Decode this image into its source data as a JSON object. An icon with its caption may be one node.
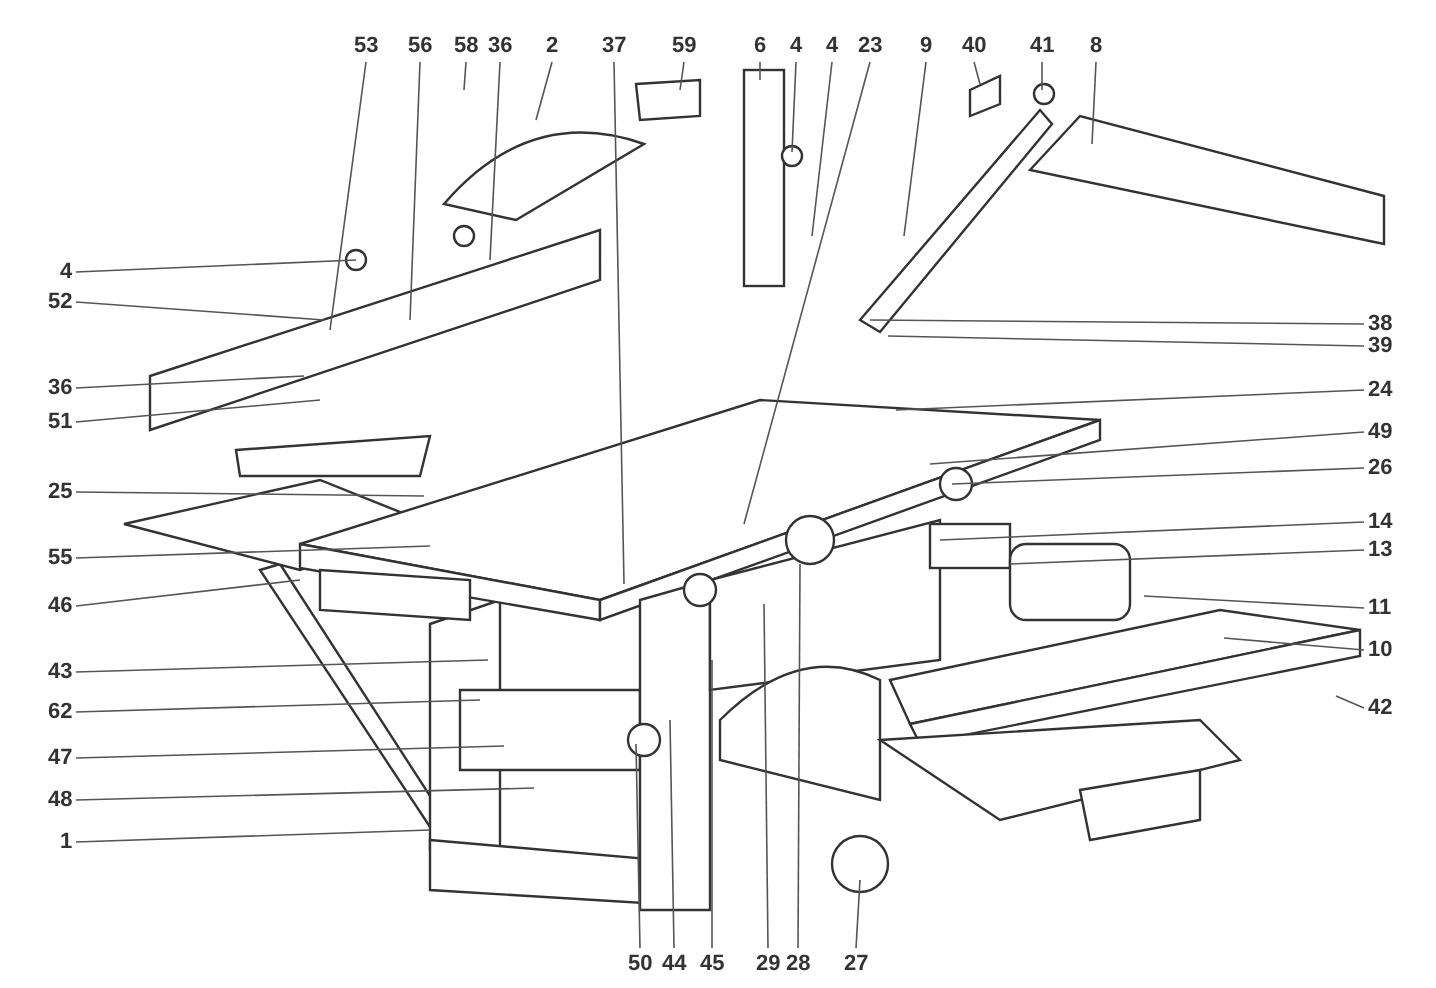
{
  "diagram": {
    "nodes": [
      {
        "text": [
          "53"
        ]
      },
      {
        "text": [
          "56"
        ]
      },
      {
        "text": [
          "58"
        ]
      },
      {
        "text": [
          "36"
        ]
      },
      {
        "text": [
          "2"
        ]
      },
      {
        "text": [
          "37"
        ]
      },
      {
        "text": [
          "59"
        ]
      },
      {
        "text": [
          "6"
        ]
      },
      {
        "text": [
          "4"
        ]
      },
      {
        "text": [
          "4"
        ]
      },
      {
        "text": [
          "23"
        ]
      },
      {
        "text": [
          "9"
        ]
      },
      {
        "text": [
          "40"
        ]
      },
      {
        "text": [
          "41"
        ]
      },
      {
        "text": [
          "8"
        ]
      },
      {
        "text": [
          "4"
        ]
      },
      {
        "text": [
          "52"
        ]
      },
      {
        "text": [
          "36"
        ]
      },
      {
        "text": [
          "51"
        ]
      },
      {
        "text": [
          "25"
        ]
      },
      {
        "text": [
          "55"
        ]
      },
      {
        "text": [
          "46"
        ]
      },
      {
        "text": [
          "43"
        ]
      },
      {
        "text": [
          "62"
        ]
      },
      {
        "text": [
          "47"
        ]
      },
      {
        "text": [
          "48"
        ]
      },
      {
        "text": [
          "1"
        ]
      },
      {
        "text": [
          "38"
        ]
      },
      {
        "text": [
          "39"
        ]
      },
      {
        "text": [
          "24"
        ]
      },
      {
        "text": [
          "49"
        ]
      },
      {
        "text": [
          "26"
        ]
      },
      {
        "text": [
          "14"
        ]
      },
      {
        "text": [
          "13"
        ]
      },
      {
        "text": [
          "11"
        ]
      },
      {
        "text": [
          "10"
        ]
      },
      {
        "text": [
          "42"
        ]
      },
      {
        "text": [
          "50"
        ]
      },
      {
        "text": [
          "44"
        ]
      },
      {
        "text": [
          "45"
        ]
      },
      {
        "text": [
          "29"
        ]
      },
      {
        "text": [
          "28"
        ]
      },
      {
        "text": [
          "27"
        ]
      }
    ],
    "edges": [
      {
        "from": 0,
        "to": null,
        "arrow": "none"
      },
      {
        "from": 1,
        "to": null,
        "arrow": "none"
      },
      {
        "from": 2,
        "to": null,
        "arrow": "none"
      },
      {
        "from": 3,
        "to": null,
        "arrow": "none"
      },
      {
        "from": 4,
        "to": null,
        "arrow": "none"
      },
      {
        "from": 5,
        "to": null,
        "arrow": "none"
      },
      {
        "from": 6,
        "to": null,
        "arrow": "none"
      },
      {
        "from": 7,
        "to": null,
        "arrow": "none"
      },
      {
        "from": 8,
        "to": null,
        "arrow": "none"
      },
      {
        "from": 9,
        "to": null,
        "arrow": "none"
      },
      {
        "from": 10,
        "to": null,
        "arrow": "none"
      },
      {
        "from": 11,
        "to": null,
        "arrow": "none"
      },
      {
        "from": 12,
        "to": null,
        "arrow": "none"
      },
      {
        "from": 13,
        "to": null,
        "arrow": "none"
      },
      {
        "from": 14,
        "to": null,
        "arrow": "none"
      },
      {
        "from": 15,
        "to": null,
        "arrow": "none"
      },
      {
        "from": 16,
        "to": null,
        "arrow": "none"
      },
      {
        "from": 17,
        "to": null,
        "arrow": "none"
      },
      {
        "from": 18,
        "to": null,
        "arrow": "none"
      },
      {
        "from": 19,
        "to": null,
        "arrow": "none"
      },
      {
        "from": 20,
        "to": null,
        "arrow": "none"
      },
      {
        "from": 21,
        "to": null,
        "arrow": "none"
      },
      {
        "from": 22,
        "to": null,
        "arrow": "none"
      },
      {
        "from": 23,
        "to": null,
        "arrow": "none"
      },
      {
        "from": 24,
        "to": null,
        "arrow": "none"
      },
      {
        "from": 25,
        "to": null,
        "arrow": "none"
      },
      {
        "from": 26,
        "to": null,
        "arrow": "none"
      },
      {
        "from": 27,
        "to": null,
        "arrow": "none"
      },
      {
        "from": 28,
        "to": null,
        "arrow": "none"
      },
      {
        "from": 29,
        "to": null,
        "arrow": "none"
      },
      {
        "from": 30,
        "to": null,
        "arrow": "none"
      },
      {
        "from": 31,
        "to": null,
        "arrow": "none"
      },
      {
        "from": 32,
        "to": null,
        "arrow": "none"
      },
      {
        "from": 33,
        "to": null,
        "arrow": "none"
      },
      {
        "from": 34,
        "to": null,
        "arrow": "none"
      },
      {
        "from": 35,
        "to": null,
        "arrow": "none"
      },
      {
        "from": 36,
        "to": null,
        "arrow": "none"
      },
      {
        "from": 37,
        "to": null,
        "arrow": "none"
      },
      {
        "from": 38,
        "to": null,
        "arrow": "none"
      },
      {
        "from": 39,
        "to": null,
        "arrow": "none"
      },
      {
        "from": 40,
        "to": null,
        "arrow": "none"
      },
      {
        "from": 41,
        "to": null,
        "arrow": "none"
      },
      {
        "from": 42,
        "to": null,
        "arrow": "none"
      }
    ]
  }
}
